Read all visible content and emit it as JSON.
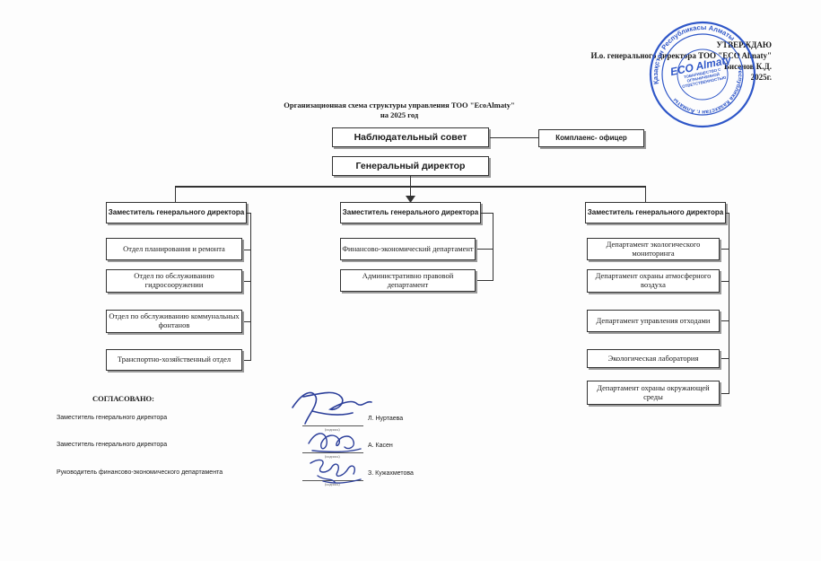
{
  "approval": {
    "heading": "УТВЕРЖДАЮ",
    "line1": "И.о. генерального директора ТОО \"ECO Almaty\"",
    "line2": "Бисенов К.Д.",
    "line3": "2025г."
  },
  "stamp_text": {
    "outer": "Қазақстан Республикасы Алматы",
    "brand": "ECO Almaty",
    "center": "ТОВАРИЩЕСТВО С ОГРАНИЧЕННОЙ ОТВЕТСТВЕННОСТЬЮ",
    "bottom": "Республика Казахстан г. Алматы"
  },
  "document": {
    "title_line1": "Организационная схема структуры управления ТОО \"EcoAlmaty\"",
    "title_line2": "на 2025 год"
  },
  "org": {
    "board": "Наблюдательный совет",
    "compliance": "Комплаенс- офицер",
    "director": "Генеральный директор",
    "deputies": [
      "Заместитель генерального директора",
      "Заместитель генерального директора",
      "Заместитель генерального директора"
    ],
    "left_units": [
      "Отдел планирования и ремонта",
      "Отдел по обслуживанию гидросооружении",
      "Отдел по обслуживанию коммунальных фонтанов",
      "Транспортно-хозяйственный отдел"
    ],
    "mid_units": [
      "Финансово-экономический департамент",
      "Административно правовой департамент"
    ],
    "right_units": [
      "Департамент экологического мониторинга",
      "Департамент охраны атмосферного воздуха",
      "Департамент управления отходами",
      "Экологическая лаборатория",
      "Департамент охраны окружающей среды"
    ]
  },
  "agreement": {
    "heading": "СОГЛАСОВАНО:",
    "signatories": [
      {
        "position": "Заместитель генерального директора",
        "name": "Л. Нуртаева"
      },
      {
        "position": "Заместитель генерального директора",
        "name": "А. Касен"
      },
      {
        "position": "Руководитель финансово-экономического департамента",
        "name": "З. Кужахметова"
      }
    ],
    "signature_caption": "(подпись)"
  },
  "colors": {
    "stamp": "#2f57c8",
    "signature": "#2c3f9a",
    "line": "#333333"
  }
}
